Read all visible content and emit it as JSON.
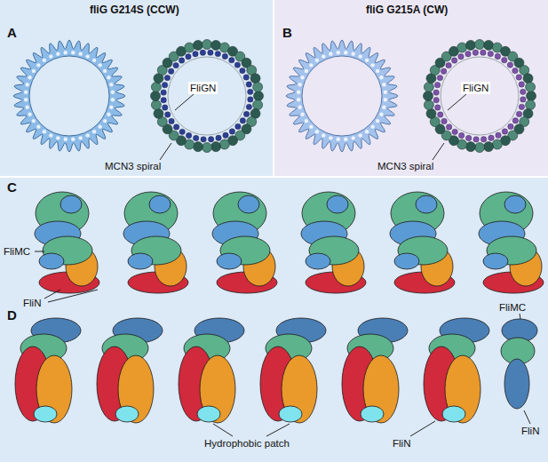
{
  "diagram": {
    "labels": [
      "A",
      "fliG G214S (CCW)",
      "FliGN",
      "MCN3 spiral",
      "B",
      "fliG G215A (CW)",
      "FliGN",
      "MCN3 spiral",
      "C",
      "FliMC",
      "FliN",
      "D",
      "FliMC",
      "Hydrophobic patch",
      "FliN",
      "FliN"
    ]
  }
}
